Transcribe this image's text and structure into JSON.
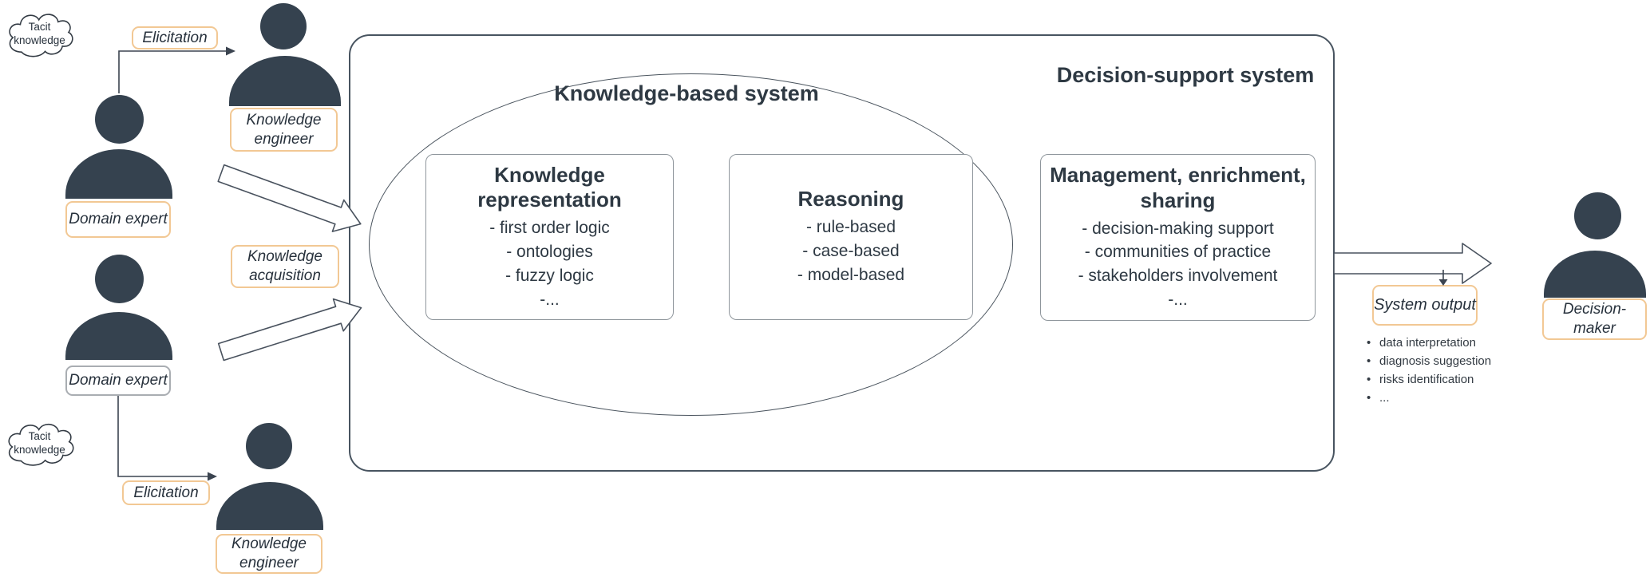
{
  "colors": {
    "accent_border": "#F2C894",
    "gray_border": "#A9ADB2",
    "person_fill": "#35424F",
    "line": "#3B4450",
    "text": "#2E3943"
  },
  "containers": {
    "dss_title": "Decision-support system",
    "kbs_title": "Knowledge-based system"
  },
  "clouds": {
    "top": {
      "line1": "Tacit",
      "line2": "knowledge"
    },
    "bottom": {
      "line1": "Tacit",
      "line2": "knowledge"
    }
  },
  "labels": {
    "elicitation_top": "Elicitation",
    "elicitation_bottom": "Elicitation",
    "knowledge_engineer_top": "Knowledge engineer",
    "knowledge_engineer_bottom": "Knowledge engineer",
    "domain_expert_1": "Domain expert",
    "domain_expert_2": "Domain expert",
    "knowledge_acquisition": "Knowledge acquisition",
    "decision_maker": "Decision-maker"
  },
  "boxes": {
    "knowledge_representation": {
      "title": "Knowledge representation",
      "items": [
        "- first order logic",
        "- ontologies",
        "- fuzzy logic",
        "-..."
      ]
    },
    "reasoning": {
      "title": "Reasoning",
      "items": [
        "- rule-based",
        "- case-based",
        "- model-based"
      ]
    },
    "management": {
      "title": "Management, enrichment, sharing",
      "items": [
        "- decision-making support",
        "- communities of practice",
        "- stakeholders involvement",
        "-..."
      ]
    }
  },
  "output": {
    "label": "System output",
    "bullet_char": "•",
    "bullets": [
      "data interpretation",
      "diagnosis suggestion",
      "risks identification",
      "..."
    ]
  }
}
